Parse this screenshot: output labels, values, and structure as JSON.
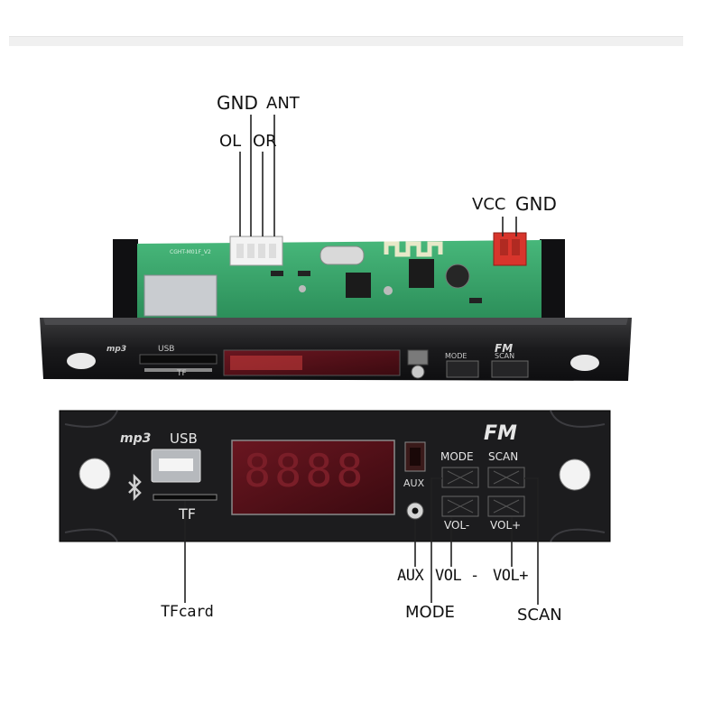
{
  "top_callouts": {
    "gnd_top": "GND",
    "ant": "ANT",
    "ol": "OL",
    "or": "OR",
    "vcc": "VCC",
    "gnd_right": "GND"
  },
  "bottom_callouts": {
    "tfcard": "TFcard",
    "aux": "AUX",
    "vol_minus": "VOL -",
    "vol_plus": "VOL+",
    "mode": "MODE",
    "scan": "SCAN"
  },
  "front_panel": {
    "mp3_logo": "mp3",
    "usb": "USB",
    "tf": "TF",
    "display": "8888",
    "aux": "AUX",
    "mode": "MODE",
    "scan": "SCAN",
    "vol_minus": "VOL-",
    "vol_plus": "VOL+",
    "fm_logo": "FM"
  },
  "back_panel": {
    "pcb_code": "CGHT-M01F_V2",
    "mp3_logo": "mp3",
    "usb": "USB",
    "tf": "TF",
    "mode": "MODE",
    "scan": "SCAN",
    "fm_logo": "FM"
  },
  "colors": {
    "pcb": "#35a56a",
    "panel": "#1c1c1e",
    "display": "#5a1118",
    "connector_red": "#d8352c",
    "label": "#111111"
  }
}
